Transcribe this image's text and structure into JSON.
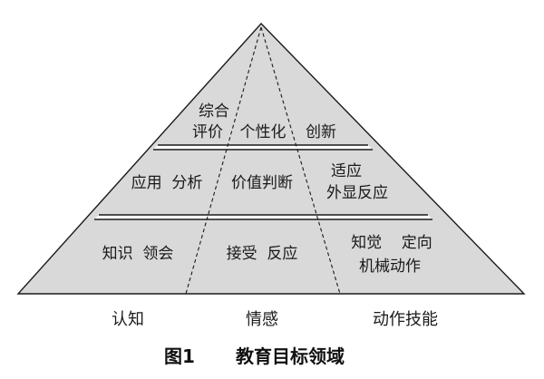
{
  "colors": {
    "fill": "#d9d9d9",
    "stroke": "#1a1a1a",
    "band": "#ffffff"
  },
  "pyramid": {
    "top_tier": {
      "cognitive": [
        "综合",
        "评价"
      ],
      "affective": [
        "个性化"
      ],
      "psychomotor": [
        "创新"
      ]
    },
    "middle_tier": {
      "cognitive": [
        "应用  分析"
      ],
      "affective": [
        "价值判断"
      ],
      "psychomotor": [
        "适应",
        "外显反应"
      ]
    },
    "bottom_tier": {
      "cognitive": [
        "知识  领会"
      ],
      "affective": [
        "接受  反应"
      ],
      "psychomotor": [
        "知觉    定向",
        "机械动作"
      ]
    }
  },
  "domains": {
    "cognitive": "认知",
    "affective": "情感",
    "psychomotor": "动作技能"
  },
  "caption": {
    "figure_label": "图1",
    "title": "教育目标领域"
  }
}
